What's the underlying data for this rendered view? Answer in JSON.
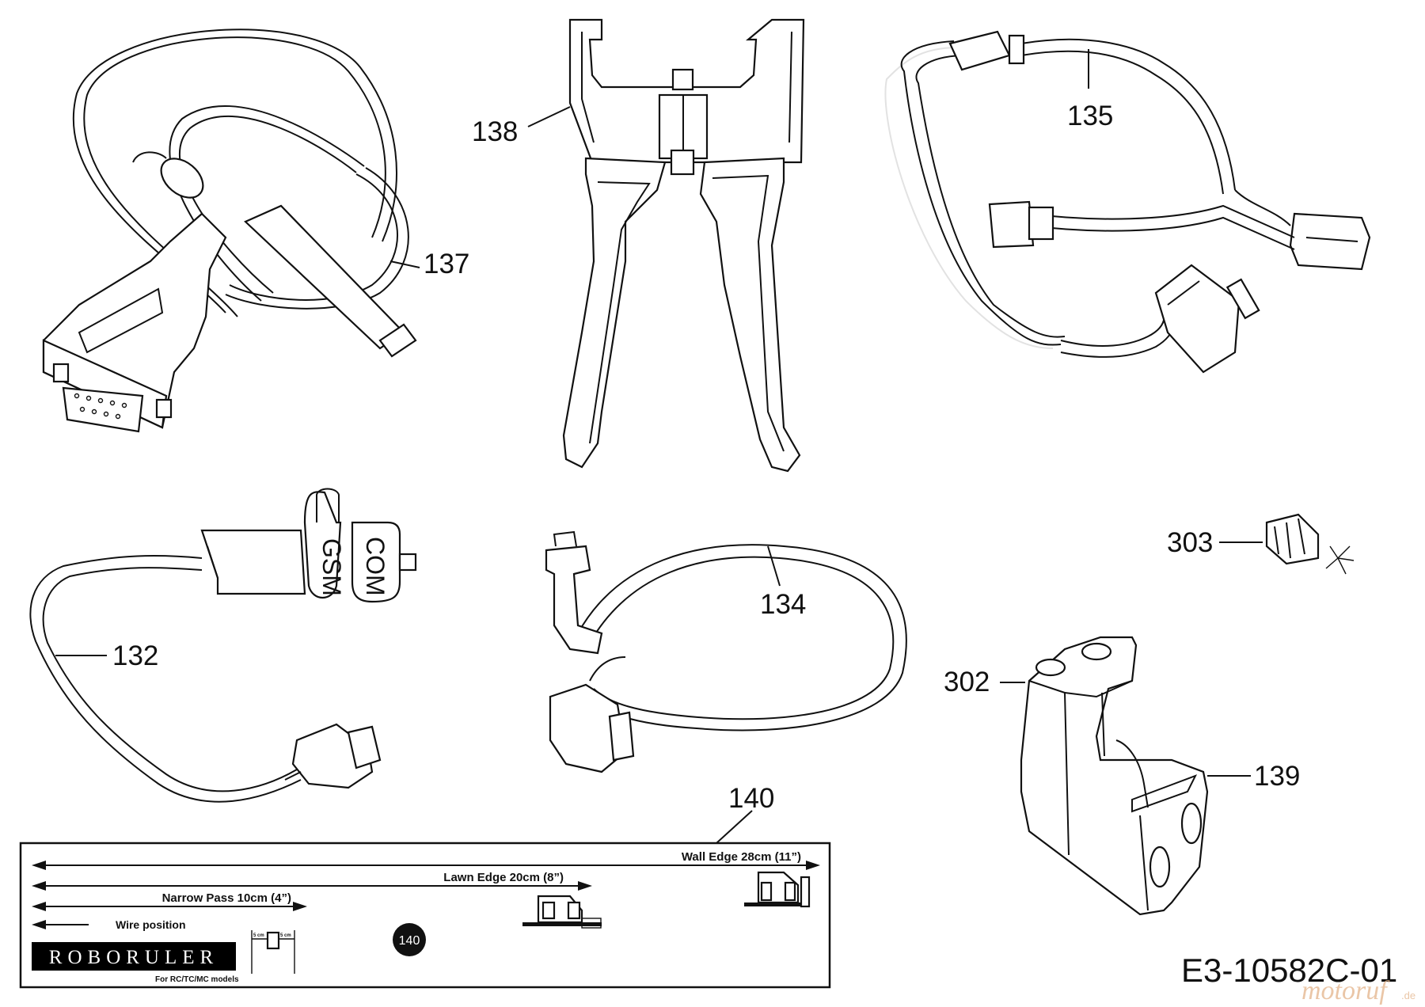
{
  "parts": {
    "p132": "132",
    "p134": "134",
    "p135": "135",
    "p137": "137",
    "p138": "138",
    "p139": "139",
    "p140": "140",
    "p302": "302",
    "p303": "303"
  },
  "plug_labels": {
    "gsm": "GSM",
    "com": "COM"
  },
  "ruler": {
    "wall_edge": "Wall Edge 28cm (11”)",
    "lawn_edge": "Lawn Edge 20cm (8”)",
    "narrow_pass": "Narrow Pass 10cm (4”)",
    "wire_position": "Wire position",
    "brand": "ROBORULER",
    "models": "For RC/TC/MC models",
    "badge": "140",
    "tick_left": "5 cm",
    "tick_right": "5 cm"
  },
  "drawing_code": "E3-10582C-01",
  "watermark": {
    "text": "motoruf",
    "suffix": ".de"
  }
}
